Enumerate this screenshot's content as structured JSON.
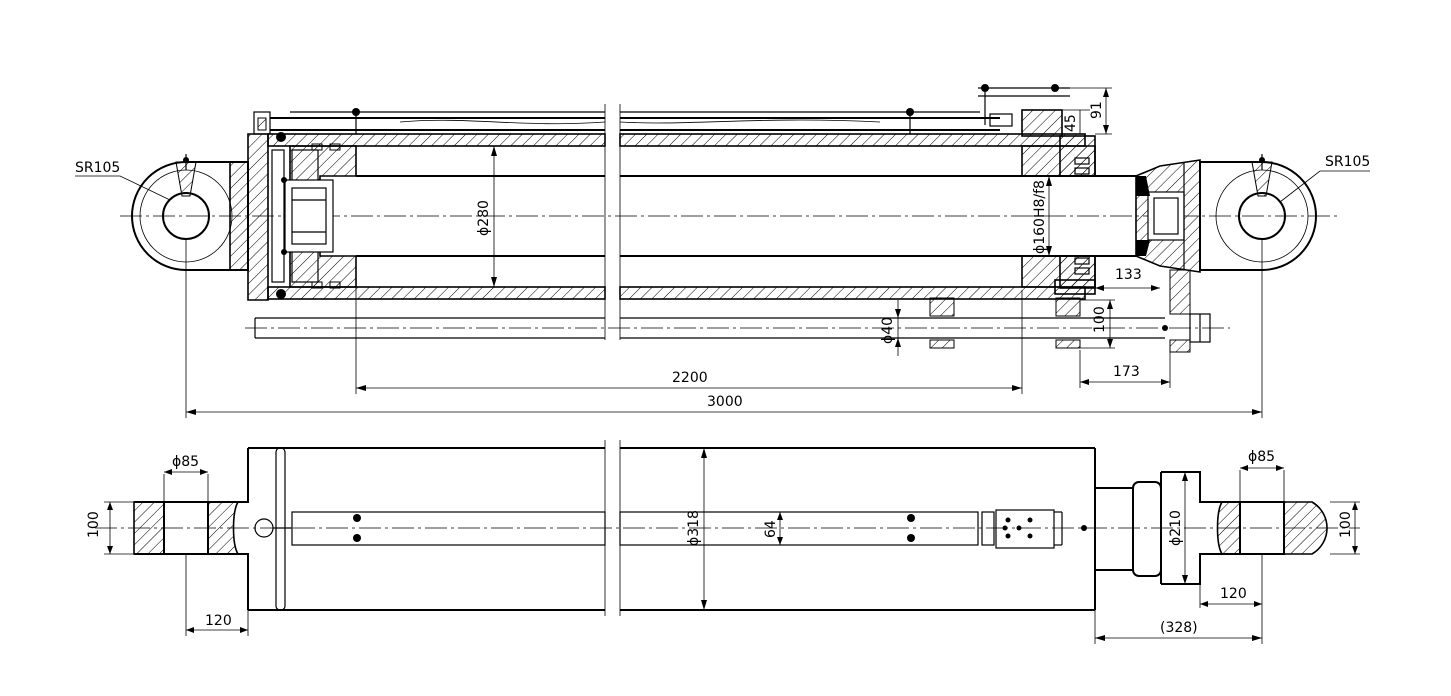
{
  "labels": {
    "sr_left": "SR105",
    "sr_right": "SR105",
    "bore_dia": "ϕ280",
    "rod_dia": "ϕ160H8/f8",
    "tie_rod_dia": "ϕ40",
    "dim_45": "45",
    "dim_91": "91",
    "dim_133": "133",
    "dim_100_side": "100",
    "dim_173": "173",
    "stroke": "2200",
    "overall": "3000",
    "pin_left": "ϕ85",
    "pin_right": "ϕ85",
    "width_left": "100",
    "width_right": "100",
    "outer_dia": "ϕ318",
    "rail_width": "64",
    "gland_dia": "ϕ210",
    "off_left": "120",
    "off_right": "120",
    "ref_328": "(328)"
  },
  "colors": {
    "line": "#000000",
    "background": "#ffffff"
  }
}
